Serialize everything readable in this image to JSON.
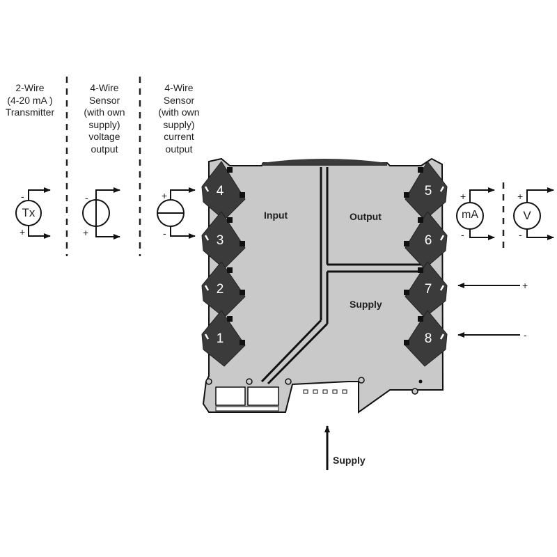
{
  "input_sources": [
    {
      "id": "2wire",
      "caption_lines": [
        "2-Wire",
        "(4-20 mA )",
        "Transmitter"
      ],
      "symbol": "Tx",
      "top_sign": "-",
      "bottom_sign": "+"
    },
    {
      "id": "4wire-voltage",
      "caption_lines": [
        "4-Wire",
        "Sensor",
        "(with own",
        "supply)",
        "voltage",
        "output"
      ],
      "symbol": "voltage-source-icon",
      "top_sign": "-",
      "bottom_sign": "+"
    },
    {
      "id": "4wire-current",
      "caption_lines": [
        "4-Wire",
        "Sensor",
        "(with own",
        "supply)",
        "current",
        "output"
      ],
      "symbol": "current-source-icon",
      "top_sign": "+",
      "bottom_sign": "-"
    }
  ],
  "module": {
    "sections": {
      "input": "Input",
      "output": "Output",
      "supply": "Supply"
    },
    "terminals": {
      "left": [
        "4",
        "3",
        "2",
        "1"
      ],
      "right": [
        "5",
        "6",
        "7",
        "8"
      ]
    },
    "colors": {
      "housing": "#c9c9c9",
      "terminal": "#3b3b3b",
      "outline": "#111111"
    }
  },
  "output_loads": [
    {
      "symbol": "mA",
      "top_sign": "+",
      "bottom_sign": "-"
    },
    {
      "symbol": "V",
      "top_sign": "+",
      "bottom_sign": "-"
    }
  ],
  "supply_inputs": [
    {
      "terminal": "7",
      "sign": "+"
    },
    {
      "terminal": "8",
      "sign": "-"
    }
  ],
  "bottom_supply_label": "Supply"
}
